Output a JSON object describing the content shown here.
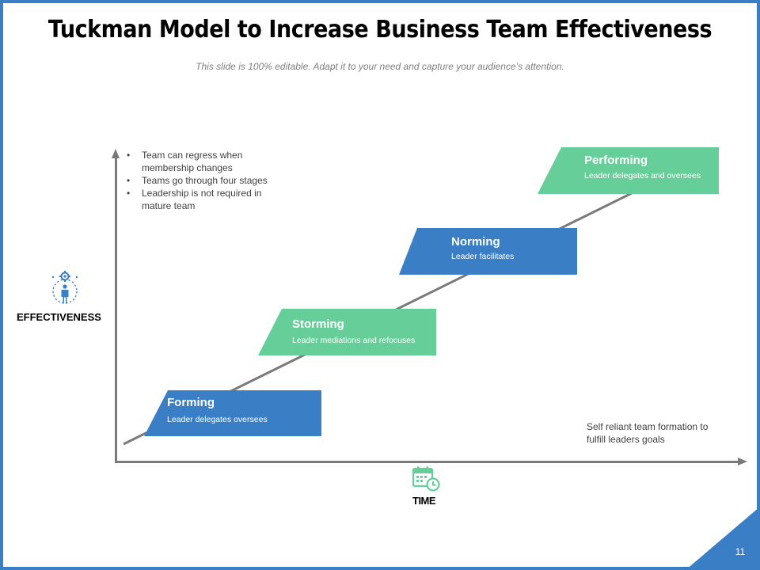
{
  "header": {
    "title": "Tuckman Model to Increase Business Team Effectiveness",
    "subtitle": "This slide is 100% editable. Adapt it to your need and capture your audience’s attention."
  },
  "notes": [
    "Team can regress when membership changes",
    "Teams go through four stages",
    "Leadership is not required in mature team"
  ],
  "stages": [
    {
      "name": "Forming",
      "description": "Leader delegates oversees",
      "color": "#3a7fc6"
    },
    {
      "name": "Storming",
      "description": "Leader mediations and refocuses",
      "color": "#66cf99"
    },
    {
      "name": "Norming",
      "description": "Leader facilitates",
      "color": "#3a7fc6"
    },
    {
      "name": "Performing",
      "description": "Leader delegates and oversees",
      "color": "#66cf99"
    }
  ],
  "axes": {
    "y_label": "EFFECTIVENESS",
    "x_label": "TIME",
    "y_icon": "person-gear-icon",
    "x_icon": "calendar-clock-icon"
  },
  "annotation": "Self reliant team formation to fulfill leaders goals",
  "page_number": "11",
  "colors": {
    "accent_blue": "#3a7fc6",
    "accent_green": "#66cf99",
    "axis_gray": "#7a7a7a"
  }
}
